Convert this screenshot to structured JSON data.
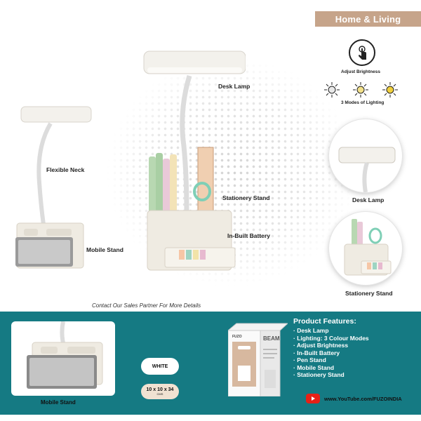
{
  "header": {
    "category": "Home & Living"
  },
  "features_top": {
    "adjust_brightness": "Adjust Brightness",
    "modes": "3 Modes of Lighting"
  },
  "callouts": {
    "desk_lamp": "Desk Lamp",
    "flexible_neck": "Flexible Neck",
    "stationery_stand": "Stationery Stand",
    "in_built_battery": "In-Built Battery",
    "mobile_stand": "Mobile Stand"
  },
  "zoom": {
    "desk_lamp": "Desk Lamp",
    "stationery_stand": "Stationery Stand"
  },
  "contact": "Contact Our Sales Partner For More Details",
  "bottom": {
    "mobile_stand_caption": "Mobile Stand",
    "color": "WHITE",
    "size": "10 x 10 x 34",
    "size_unit": "CMS",
    "box_brand": "FUZO",
    "box_title": "BEAM"
  },
  "product_features": {
    "title": "Product Features:",
    "items": [
      "Desk Lamp",
      "Lighting: 3 Colour Modes",
      "Adjust Brightness",
      "In-Built Battery",
      "Pen Stand",
      "Mobile Stand",
      "Stationery Stand"
    ]
  },
  "youtube": {
    "url": "www.YouTube.com/FUZOINDIA"
  },
  "colors": {
    "banner": "#c6a48a",
    "teal": "#157a83",
    "sun_white": "#e8e8e8",
    "sun_warm": "#f2e08a",
    "sun_yellow": "#f0cf3c"
  },
  "icons": [
    "tap-icon",
    "sun-icon",
    "youtube-icon"
  ]
}
